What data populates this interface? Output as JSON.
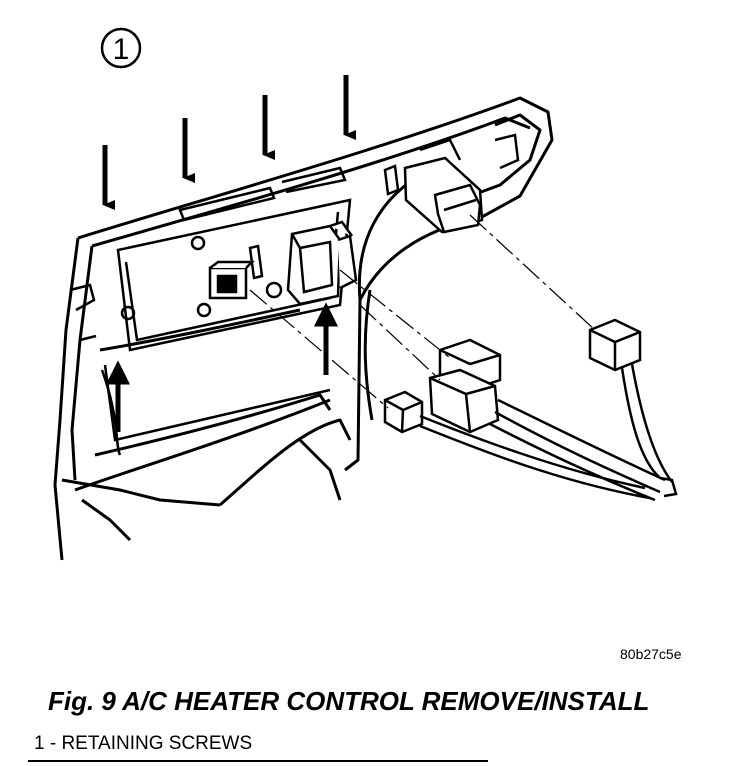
{
  "callout": {
    "number": "1"
  },
  "figure_code": "80b27c5e",
  "caption": "Fig. 9 A/C HEATER CONTROL REMOVE/INSTALL",
  "legend": [
    {
      "text": "1 - RETAINING SCREWS"
    }
  ]
}
